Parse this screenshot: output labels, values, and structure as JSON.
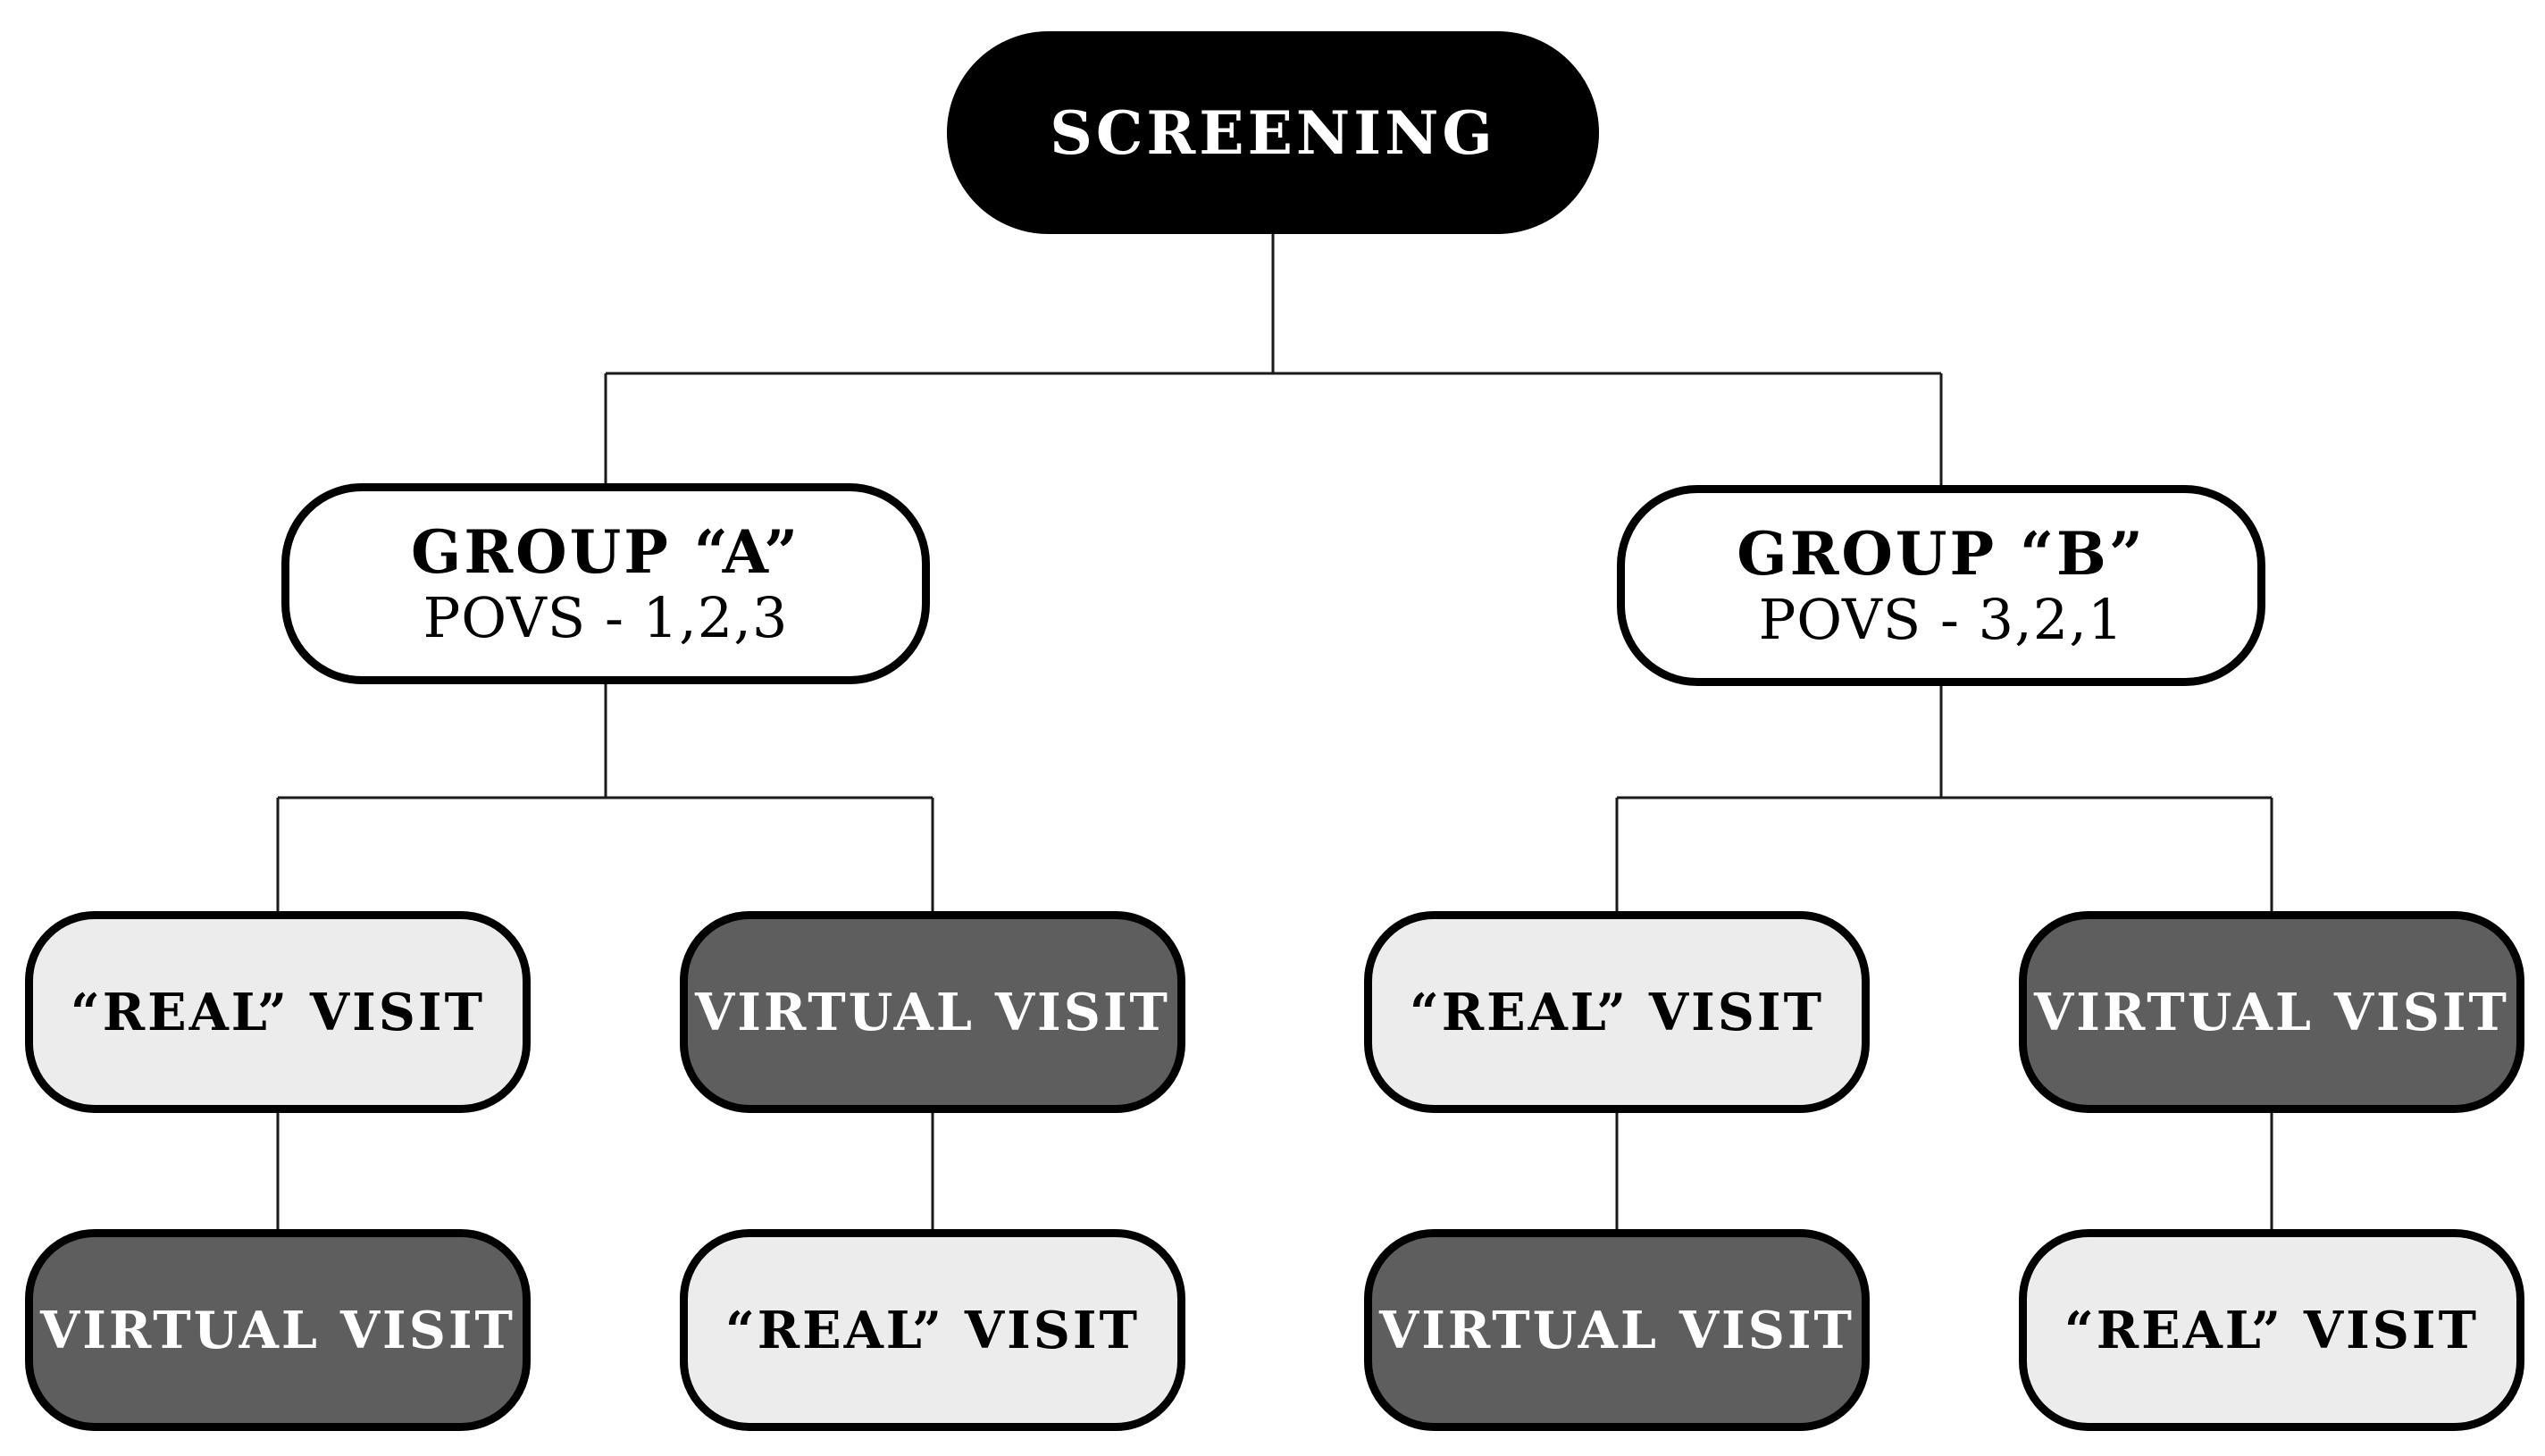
{
  "root": {
    "label": "SCREENING"
  },
  "groups": [
    {
      "title": "GROUP “A”",
      "subtitle": "POVS - 1,2,3",
      "branches": [
        {
          "first": "“REAL” VISIT",
          "second": "VIRTUAL VISIT"
        },
        {
          "first": "VIRTUAL VISIT",
          "second": "“REAL” VISIT"
        }
      ]
    },
    {
      "title": "GROUP “B”",
      "subtitle": "POVS - 3,2,1",
      "branches": [
        {
          "first": "“REAL” VISIT",
          "second": "VIRTUAL VISIT"
        },
        {
          "first": "VIRTUAL VISIT",
          "second": "“REAL” VISIT"
        }
      ]
    }
  ],
  "colors": {
    "root_fill": "#000000",
    "real_visit_fill": "#ececec",
    "virtual_visit_fill": "#5e5e5e",
    "outline": "#000000"
  }
}
